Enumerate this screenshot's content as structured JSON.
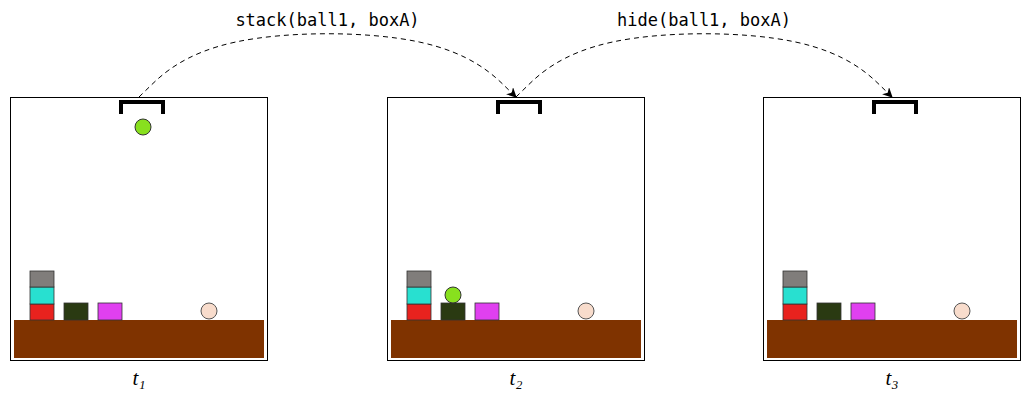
{
  "diagram": {
    "nodes": [
      {
        "text": [
          "t₁"
        ]
      },
      {
        "text": [
          "t₂"
        ]
      },
      {
        "text": [
          "t₃"
        ]
      }
    ],
    "edges": [
      {
        "from": 0,
        "to": 1,
        "arrow": "to",
        "label": "stack(ball1, boxA)"
      },
      {
        "from": 1,
        "to": 2,
        "arrow": "to",
        "label": "hide(ball1, boxA)"
      }
    ]
  }
}
